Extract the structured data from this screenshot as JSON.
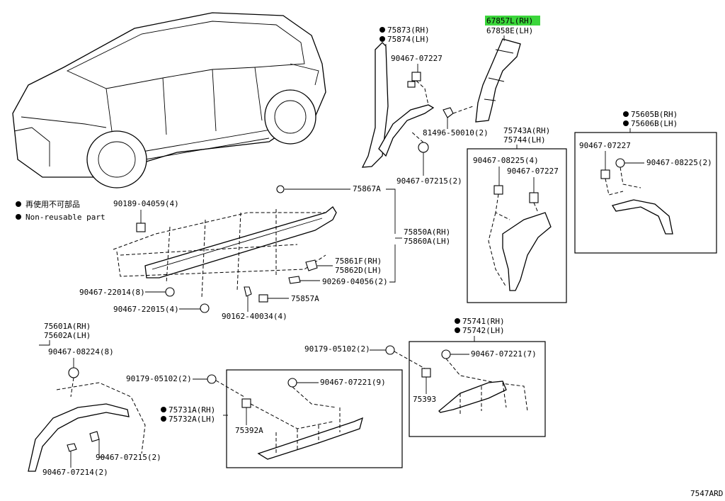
{
  "diagram": {
    "highlight_color": "#3bd63b",
    "legend": {
      "line1": "再使用不可部品",
      "line2": "Non-reusable part"
    },
    "labels": {
      "p75873": "75873(RH)",
      "p75874": "75874(LH)",
      "p67857": "67857L(RH)",
      "p67858": "67858E(LH)",
      "p90467_07227a": "90467-07227",
      "p81496": "81496-50010(2)",
      "p90467_07215a": "90467-07215(2)",
      "p75743": "75743A(RH)",
      "p75744": "75744(LH)",
      "p90467_08225a": "90467-08225(4)",
      "p90467_07227b": "90467-07227",
      "p75605": "75605B(RH)",
      "p75606": "75606B(LH)",
      "p90467_07227c": "90467-07227",
      "p90467_08225b": "90467-08225(2)",
      "p75867": "75867A",
      "p90189": "90189-04059(4)",
      "p75850": "75850A(RH)",
      "p75860": "75860A(LH)",
      "p75861": "75861F(RH)",
      "p75862": "75862D(LH)",
      "p90269": "90269-04056(2)",
      "p90467_22014": "90467-22014(8)",
      "p90467_22015": "90467-22015(4)",
      "p75857": "75857A",
      "p90162": "90162-40034(4)",
      "p75601": "75601A(RH)",
      "p75602": "75602A(LH)",
      "p90467_08224": "90467-08224(8)",
      "p90467_07215b": "90467-07215(2)",
      "p90467_07214": "90467-07214(2)",
      "p90179a": "90179-05102(2)",
      "p90179b": "90179-05102(2)",
      "p90467_07221a": "90467-07221(9)",
      "p75731": "75731A(RH)",
      "p75732": "75732A(LH)",
      "p75392": "75392A",
      "p75741": "75741(RH)",
      "p75742": "75742(LH)",
      "p90467_07221b": "90467-07221(7)",
      "p75393": "75393",
      "diagram_id": "7547ARD"
    }
  }
}
